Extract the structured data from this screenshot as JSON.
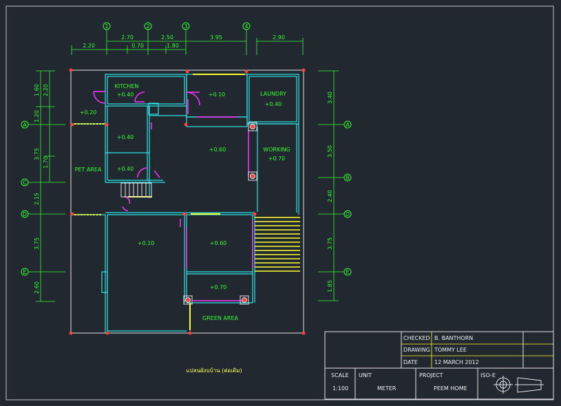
{
  "grid_columns": [
    "1",
    "2",
    "3",
    "4"
  ],
  "grid_rows": [
    "A",
    "C",
    "D",
    "E",
    "B"
  ],
  "top_dims_upper": [
    "2.70",
    "2.50",
    "3.95",
    "2.90"
  ],
  "top_dims_lower": [
    "2.20",
    "0.70",
    "1.80"
  ],
  "left_dims": [
    "1.60",
    "2.20",
    "1.20",
    "3.75",
    "1.70",
    "2.15",
    "3.75",
    "2.60"
  ],
  "right_dims": [
    "3.40",
    "3.50",
    "2.40",
    "3.75",
    "1.85"
  ],
  "rooms": [
    {
      "name": "KITCHEN",
      "level": "+0.40"
    },
    {
      "name": "",
      "level": "+0.10"
    },
    {
      "name": "LAUNDRY",
      "level": "+0.40"
    },
    {
      "name": "",
      "level": "+0.20"
    },
    {
      "name": "",
      "level": "+0.40"
    },
    {
      "name": "",
      "level": "+0.60"
    },
    {
      "name": "WORKING",
      "level": "+0.70"
    },
    {
      "name": "PET AREA",
      "level": ""
    },
    {
      "name": "",
      "level": "+0.40"
    },
    {
      "name": "",
      "level": "+0.10"
    },
    {
      "name": "",
      "level": "+0.60"
    },
    {
      "name": "",
      "level": "+0.70"
    },
    {
      "name": "GREEN AREA",
      "level": ""
    }
  ],
  "caption": "แปลนผังบบ้าน (ต่อเติม)",
  "title_block": {
    "checked_label": "CHECKED",
    "checked_value": "B. BANTHORN",
    "drawing_label": "DRAWING",
    "drawing_value": "TOMMY LEE",
    "date_label": "DATE",
    "date_value": "12 MARCH 2012",
    "scale_label": "SCALE",
    "scale_value": "1:100",
    "unit_label": "UNIT",
    "unit_value": "METER",
    "project_label": "PROJECT",
    "project_value": "PEEM HOME",
    "iso_label": "ISO-E"
  }
}
